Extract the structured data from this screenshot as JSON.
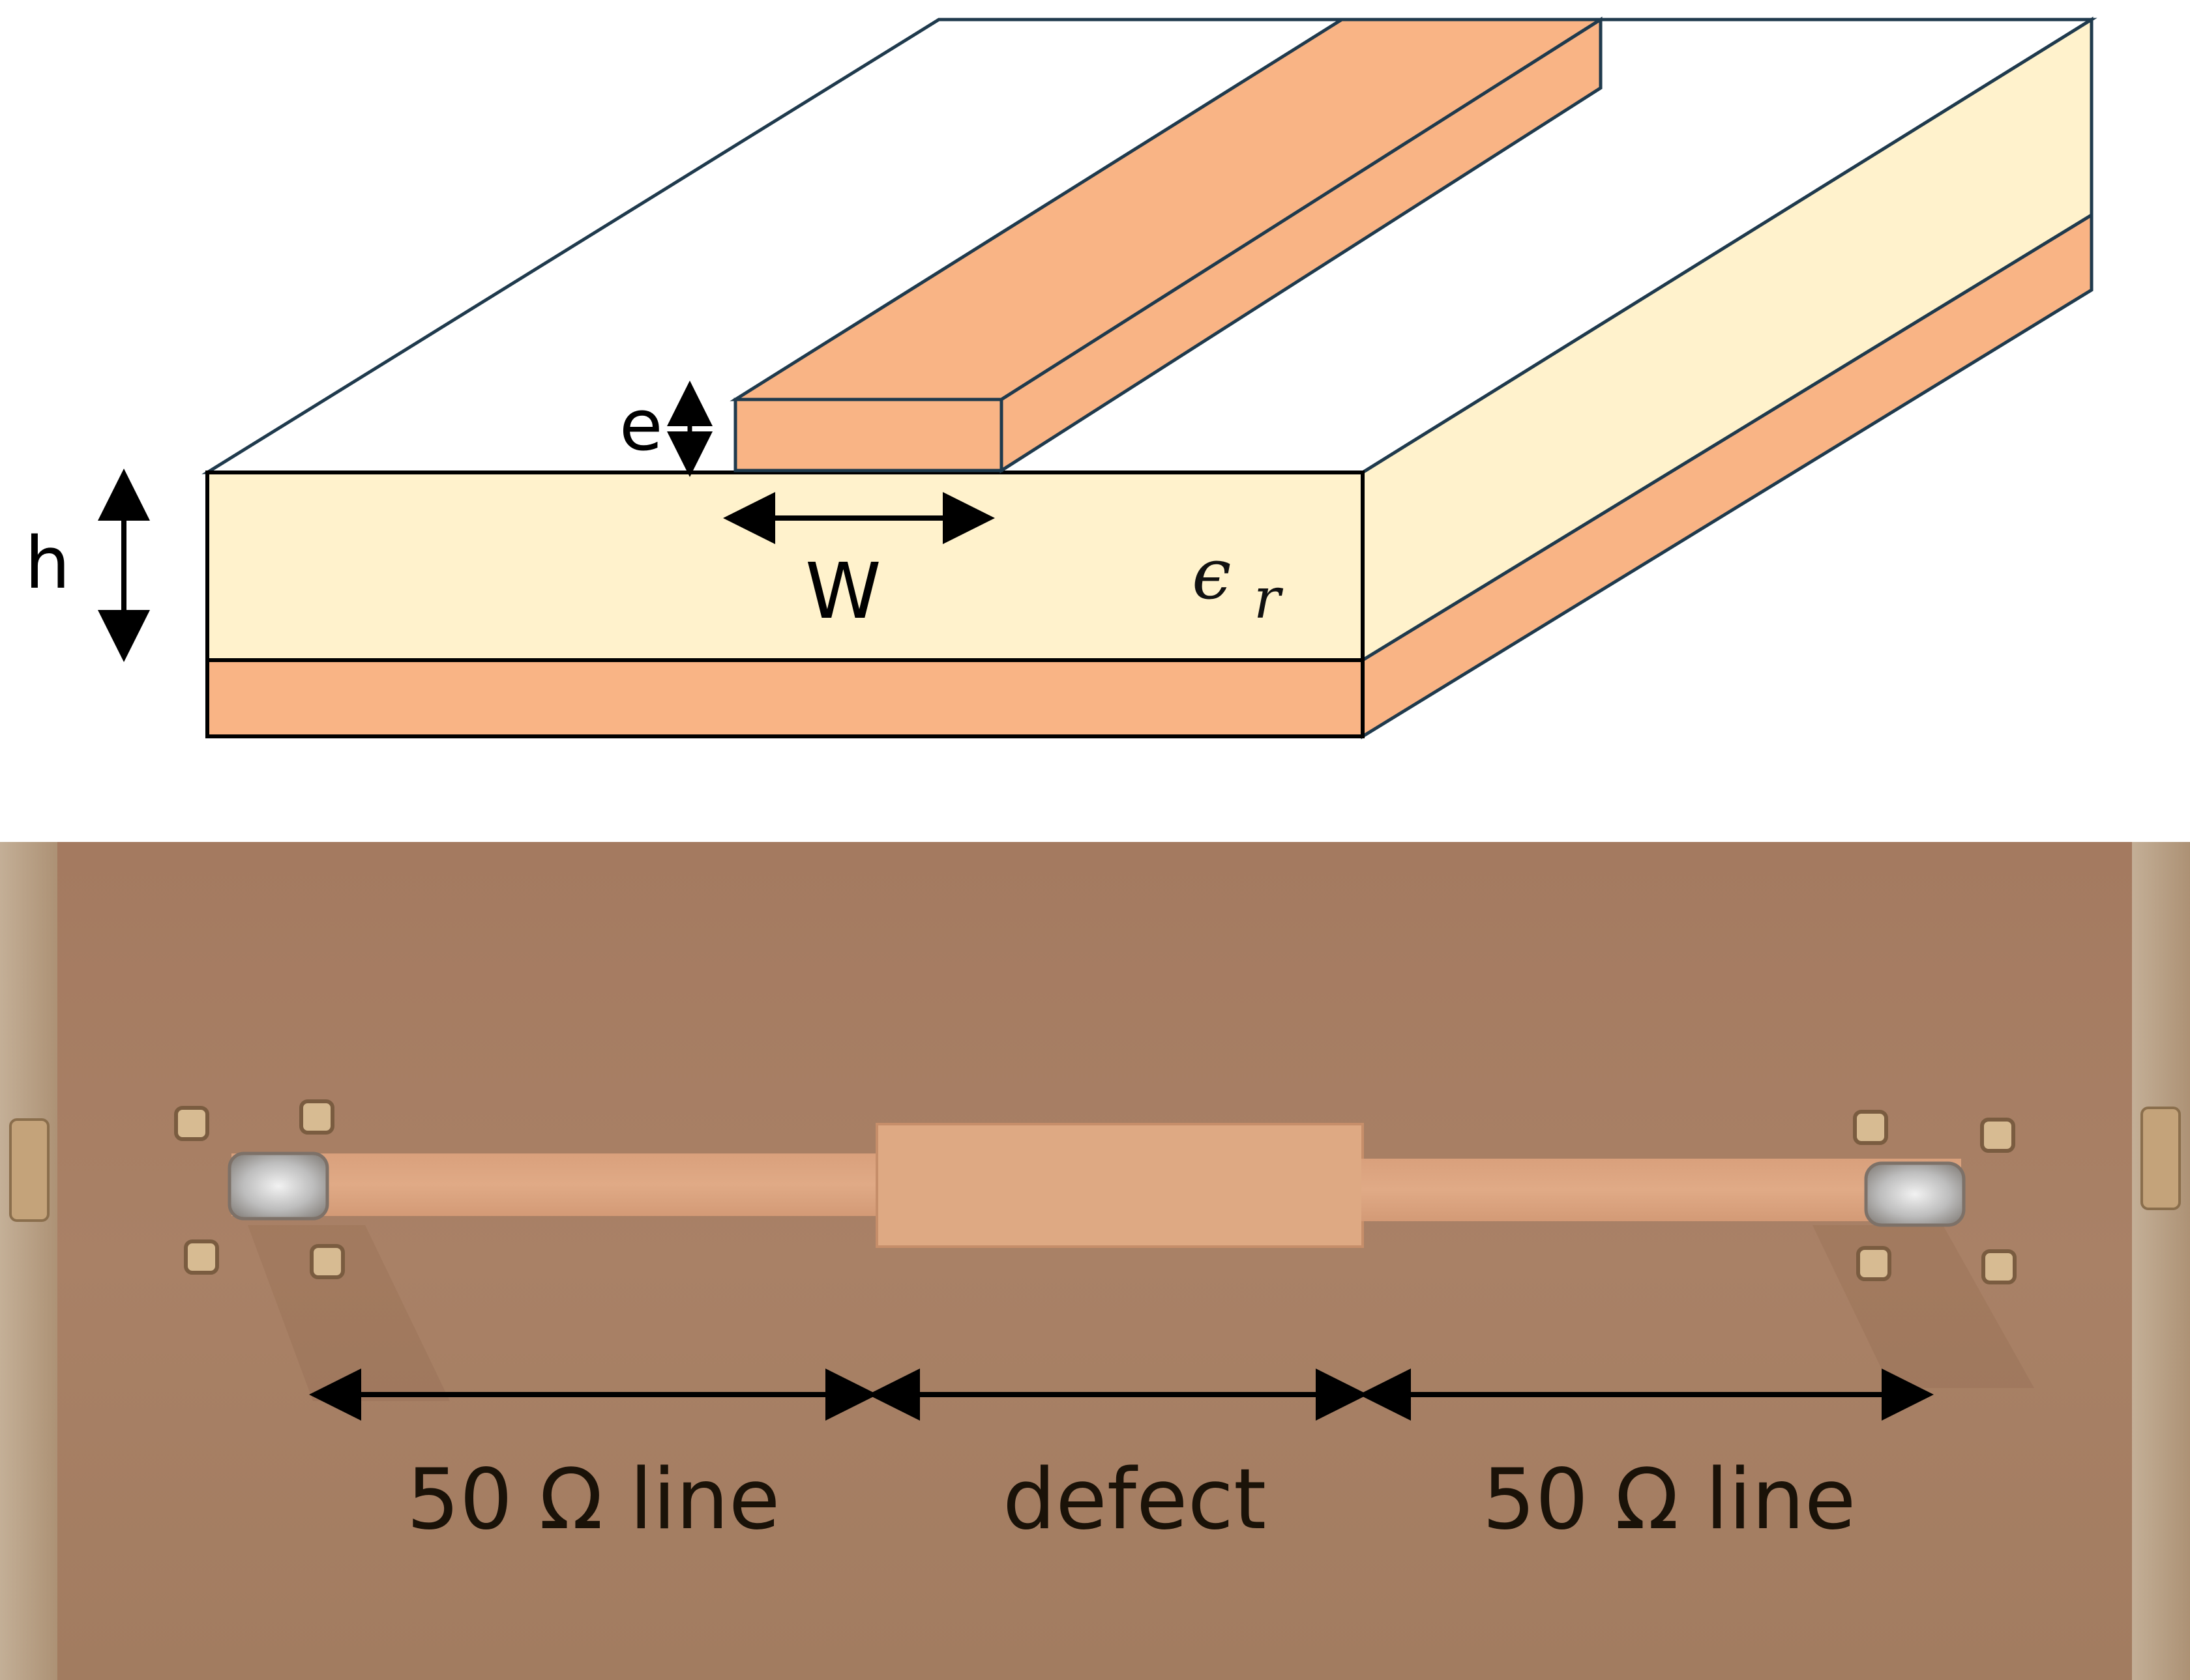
{
  "diagram": {
    "labels": {
      "thickness": "e",
      "height": "h",
      "width": "W",
      "permittivity_base": "ϵ",
      "permittivity_sub": "r"
    },
    "colors": {
      "copper": "#F9B485",
      "substrate": "#FFF2CC",
      "outline": "#1F3A4D",
      "arrow": "#000000"
    }
  },
  "photo": {
    "labels": {
      "left_segment": "50 Ω line",
      "middle_segment": "defect",
      "right_segment": "50 Ω line"
    },
    "colors": {
      "board": "#A57E62",
      "trace": "#DBA27E",
      "defect": "#DEA983",
      "solder": "#CFCFCF",
      "arrow": "#000000"
    }
  }
}
